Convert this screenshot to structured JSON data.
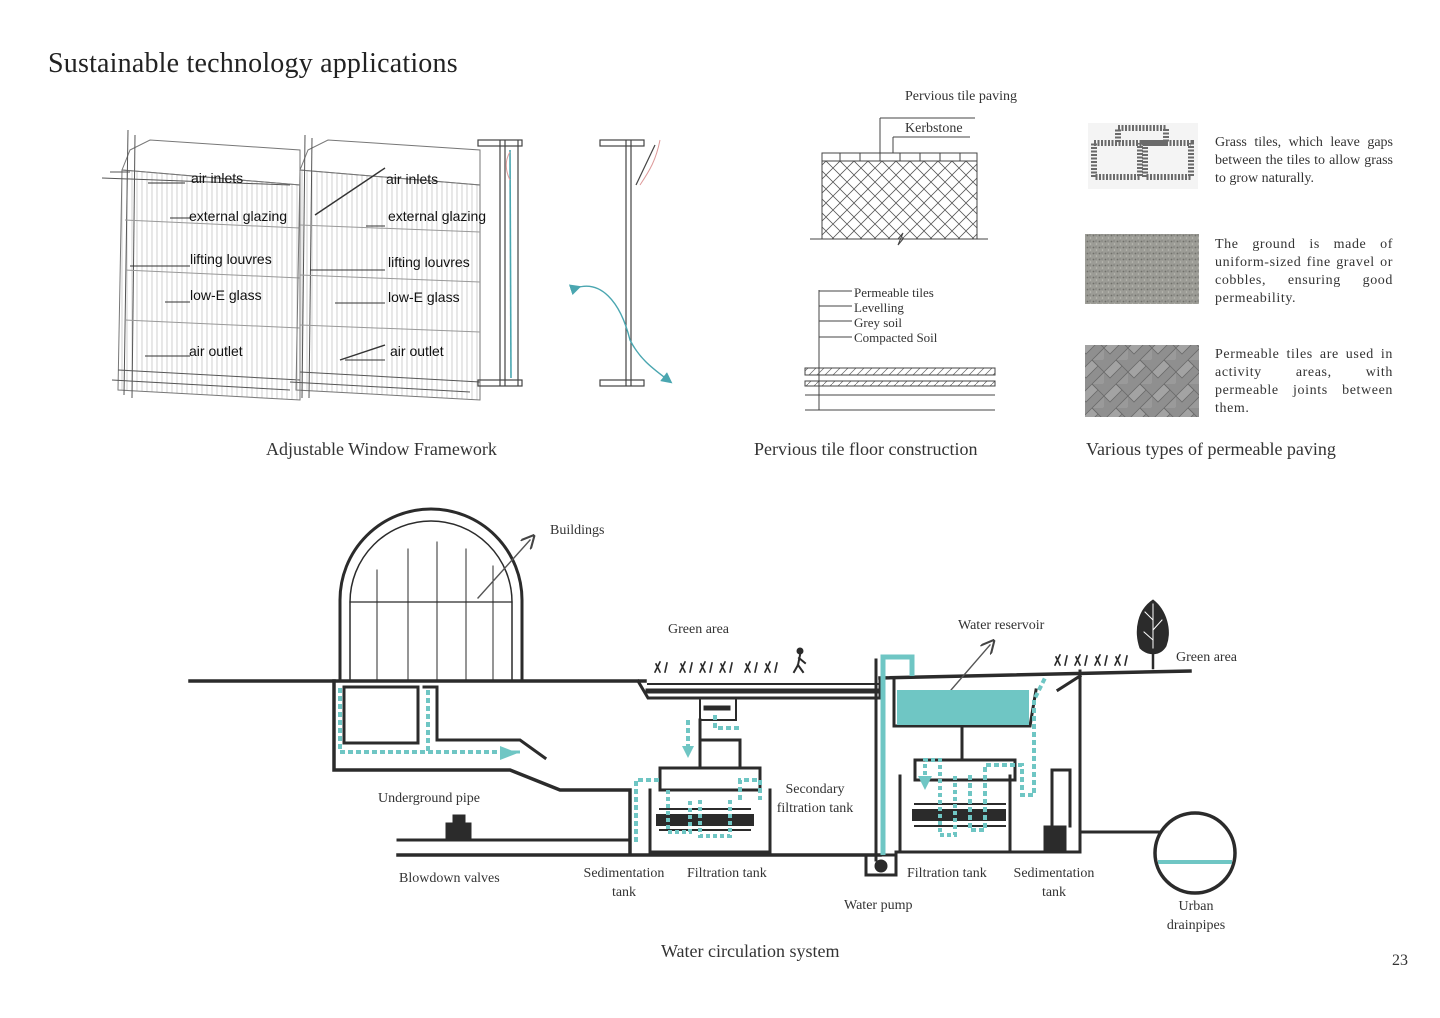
{
  "page": {
    "title": "Sustainable technology applications",
    "page_number": "23"
  },
  "window_framework": {
    "caption": "Adjustable Window Framework",
    "left_labels": {
      "air_inlets": "air inlets",
      "external_glazing": "external glazing",
      "lifting_louvres": "lifting louvres",
      "low_e_glass": "low-E glass",
      "air_outlet": "air outlet"
    },
    "right_labels": {
      "air_inlets": "air inlets",
      "external_glazing": "external glazing",
      "lifting_louvres": "lifting louvres",
      "low_e_glass": "low-E glass",
      "air_outlet": "air outlet"
    }
  },
  "tile_floor": {
    "caption": "Pervious tile floor construction",
    "pervious_tile_paving": "Pervious tile paving",
    "kerbstone": "Kerbstone",
    "layers": [
      "Permeable tiles",
      "Levelling",
      "Grey soil",
      "Compacted Soil"
    ]
  },
  "paving_types": {
    "caption": "Various types of permeable paving",
    "items": [
      {
        "icon": "grass-tile-thumbnail",
        "text": "Grass tiles, which leave gaps between the tiles to allow grass to grow naturally."
      },
      {
        "icon": "gravel-ground-thumbnail",
        "text": "The ground is made of uniform-sized fine gravel or cobbles, ensuring good permeability."
      },
      {
        "icon": "herringbone-tile-thumbnail",
        "text": "Permeable tiles are used in activity areas, with permeable joints between them."
      }
    ]
  },
  "water_system": {
    "caption": "Water circulation system",
    "labels": {
      "buildings": "Buildings",
      "green_area_left": "Green area",
      "water_reservoir": "Water reservoir",
      "green_area_right": "Green area",
      "underground_pipe": "Underground pipe",
      "secondary_filtration_tank": "Secondary filtration tank",
      "blowdown_valves": "Blowdown valves",
      "sedimentation_tank_left": "Sedimentation tank",
      "filtration_tank_left": "Filtration tank",
      "water_pump": "Water pump",
      "filtration_tank_right": "Filtration tank",
      "sedimentation_tank_right": "Sedimentation tank",
      "urban_drainpipes": "Urban drainpipes"
    },
    "colors": {
      "water": "#6fc6c4",
      "structure": "#2b2b2b"
    }
  }
}
